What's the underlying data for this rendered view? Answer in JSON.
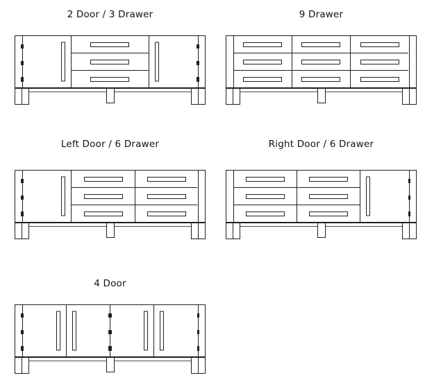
{
  "diagram": {
    "background_color": "#ffffff",
    "line_color": "#1f1f1f",
    "text_color": "#111111",
    "variants": [
      {
        "label": "2 Door / 3 Drawer",
        "sections": [
          {
            "type": "door",
            "width": 70,
            "hinge": "left",
            "handle": "right"
          },
          {
            "type": "drawer-stack",
            "width": 112,
            "drawer_count": 3
          },
          {
            "type": "door",
            "width": 70,
            "hinge": "right",
            "handle": "left"
          }
        ]
      },
      {
        "label": "9 Drawer",
        "sections": [
          {
            "type": "drawer-stack",
            "width": 84,
            "drawer_count": 3
          },
          {
            "type": "drawer-stack",
            "width": 85,
            "drawer_count": 3
          },
          {
            "type": "drawer-stack",
            "width": 84,
            "drawer_count": 3
          }
        ]
      },
      {
        "label": "Left Door / 6 Drawer",
        "sections": [
          {
            "type": "door",
            "width": 70,
            "hinge": "left",
            "handle": "right"
          },
          {
            "type": "drawer-stack",
            "width": 92,
            "drawer_count": 3
          },
          {
            "type": "drawer-stack",
            "width": 90,
            "drawer_count": 3
          }
        ]
      },
      {
        "label": "Right Door / 6 Drawer",
        "sections": [
          {
            "type": "drawer-stack",
            "width": 92,
            "drawer_count": 3
          },
          {
            "type": "drawer-stack",
            "width": 91,
            "drawer_count": 3
          },
          {
            "type": "door",
            "width": 70,
            "hinge": "right",
            "handle": "left"
          }
        ]
      },
      {
        "label": "4 Door",
        "sections": [
          {
            "type": "door",
            "width": 63,
            "hinge": "left",
            "handle": "right"
          },
          {
            "type": "door",
            "width": 63,
            "hinge": "right",
            "handle": "left"
          },
          {
            "type": "door",
            "width": 63,
            "hinge": "left",
            "handle": "right"
          },
          {
            "type": "door",
            "width": 63,
            "hinge": "right",
            "handle": "left"
          }
        ]
      }
    ]
  }
}
